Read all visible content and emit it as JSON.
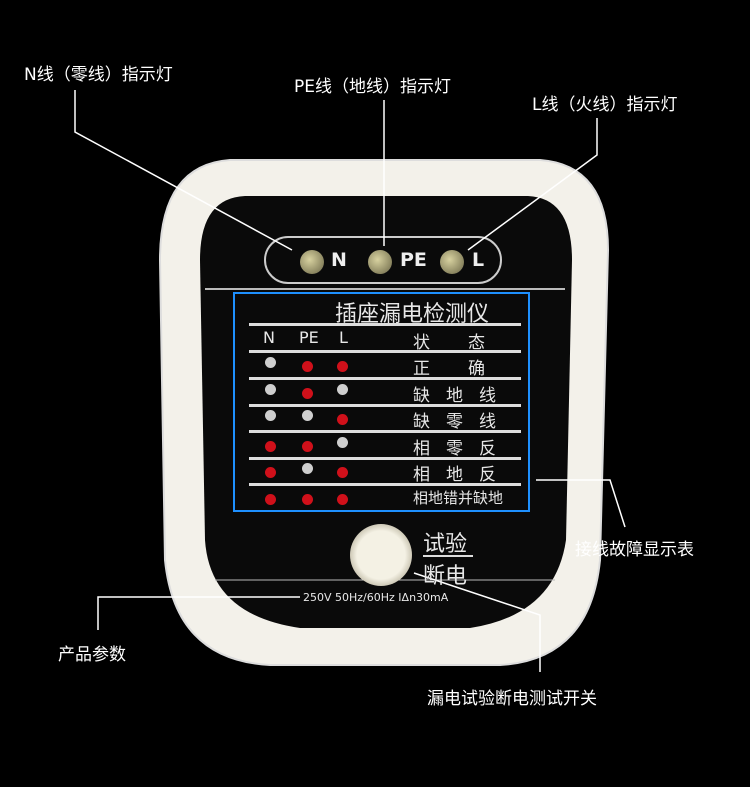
{
  "callouts": {
    "n_indicator": "N线（零线）指示灯",
    "pe_indicator": "PE线（地线）指示灯",
    "l_indicator": "L线（火线）指示灯",
    "fault_table": "接线故障显示表",
    "product_params": "产品参数",
    "test_switch": "漏电试验断电测试开关"
  },
  "device": {
    "indicators": [
      "N",
      "PE",
      "L"
    ],
    "table_title": "插座漏电检测仪",
    "columns": [
      "N",
      "PE",
      "L",
      "状态"
    ],
    "rows": [
      {
        "status": "正确",
        "leds": [
          "grey",
          "red",
          "red"
        ]
      },
      {
        "status": "缺地线",
        "leds": [
          "grey",
          "red",
          "grey"
        ]
      },
      {
        "status": "缺零线",
        "leds": [
          "grey",
          "grey",
          "red"
        ]
      },
      {
        "status": "相零反",
        "leds": [
          "red",
          "red",
          "grey"
        ]
      },
      {
        "status": "相地反",
        "leds": [
          "red",
          "grey",
          "red"
        ]
      },
      {
        "status": "相地错并缺地",
        "leds": [
          "red",
          "red",
          "red"
        ]
      }
    ],
    "button_label_top": "试验",
    "button_label_bottom": "断电",
    "rating": "250V 50Hz/60Hz IΔn30mA"
  },
  "colors": {
    "red": "#d0101a",
    "grey": "#cfcfcf",
    "table_border": "#1e90ff"
  }
}
